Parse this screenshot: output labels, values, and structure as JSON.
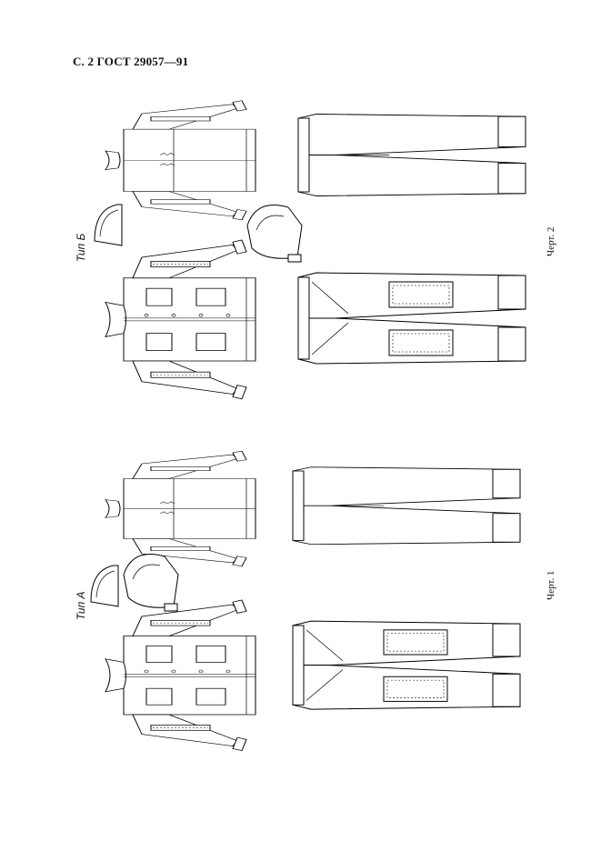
{
  "header": {
    "text": "С. 2 ГОСТ 29057—91"
  },
  "types": {
    "a": "Тип А",
    "b": "Тип Б"
  },
  "figures": {
    "fig1": "Черт. 1",
    "fig2": "Черт. 2"
  }
}
